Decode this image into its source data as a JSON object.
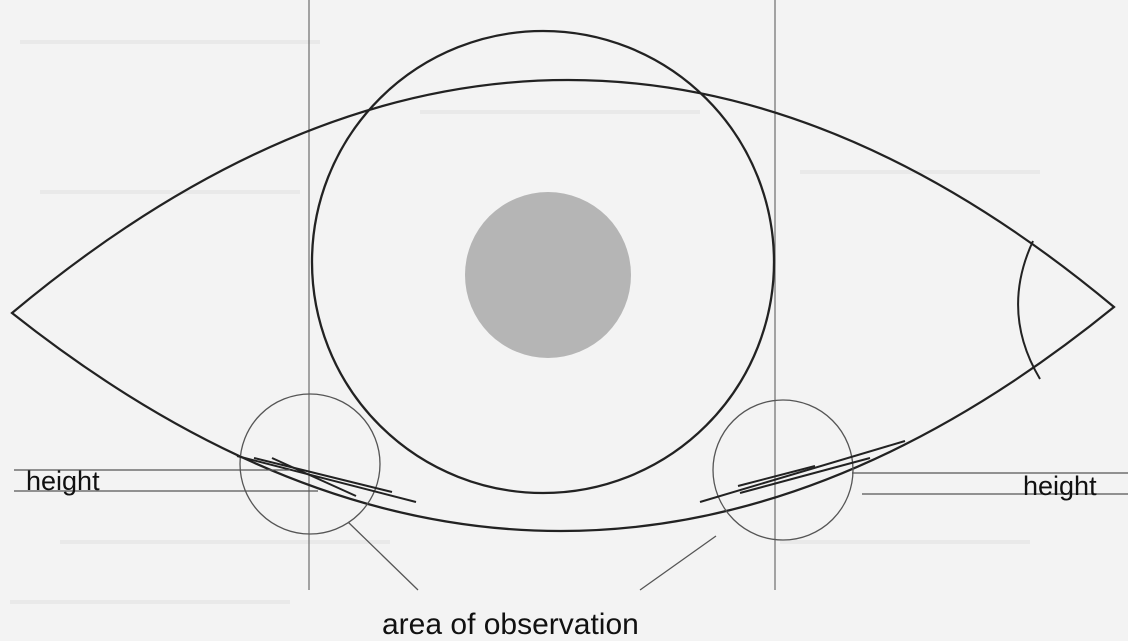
{
  "labels": {
    "height_left": "height",
    "height_right": "height",
    "area": "area of observation"
  },
  "colors": {
    "line": "#222222",
    "thin_line": "#666666",
    "pupil": "#b5b5b5",
    "background": "#f3f3f3"
  }
}
